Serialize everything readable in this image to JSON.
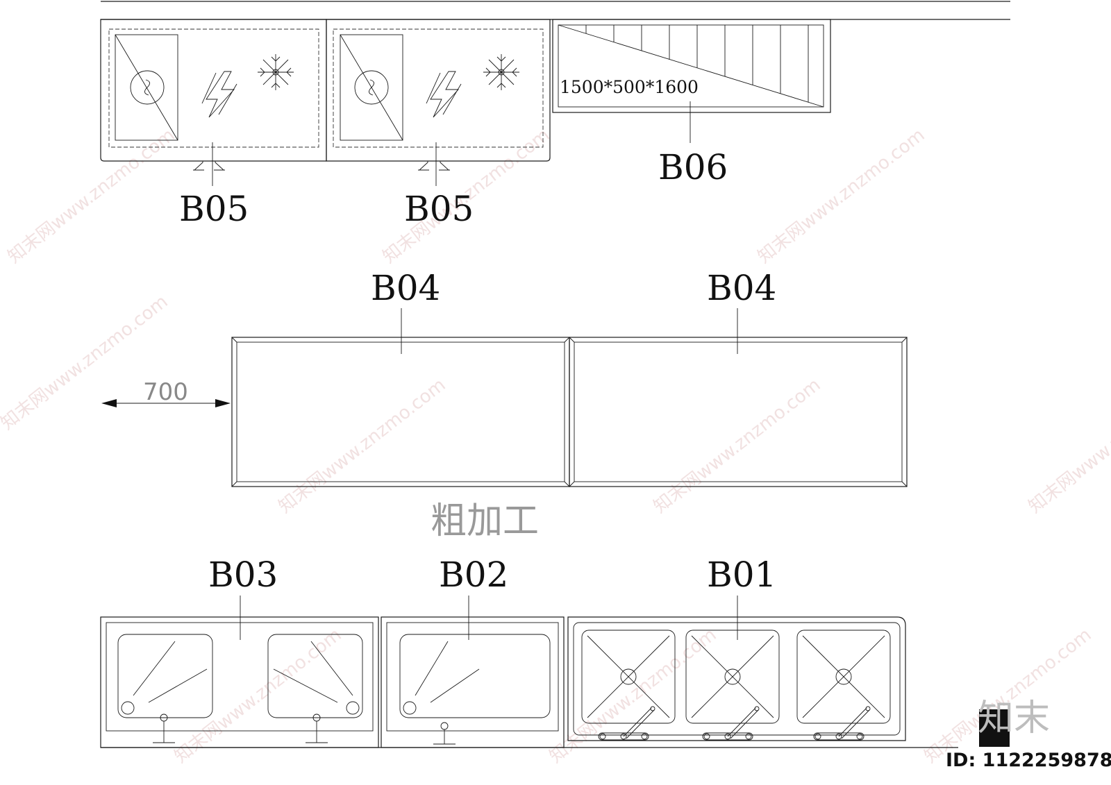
{
  "labels": {
    "b05_left": "B05",
    "b05_right": "B05",
    "b06": "B06",
    "b04_left": "B04",
    "b04_right": "B04",
    "b03": "B03",
    "b02": "B02",
    "b01": "B01"
  },
  "dimension_b06": "1500*500*1600",
  "dimension_700": "700",
  "zone_label": "粗加工",
  "watermark_text": "知末网www.znzmo.com",
  "brand_mark": "知末",
  "id_text": "ID: 1122259878",
  "icons": [
    "steamer-icon",
    "lightning-icon",
    "snowflake-icon",
    "sink-drain-icon",
    "stove-burner-icon"
  ]
}
